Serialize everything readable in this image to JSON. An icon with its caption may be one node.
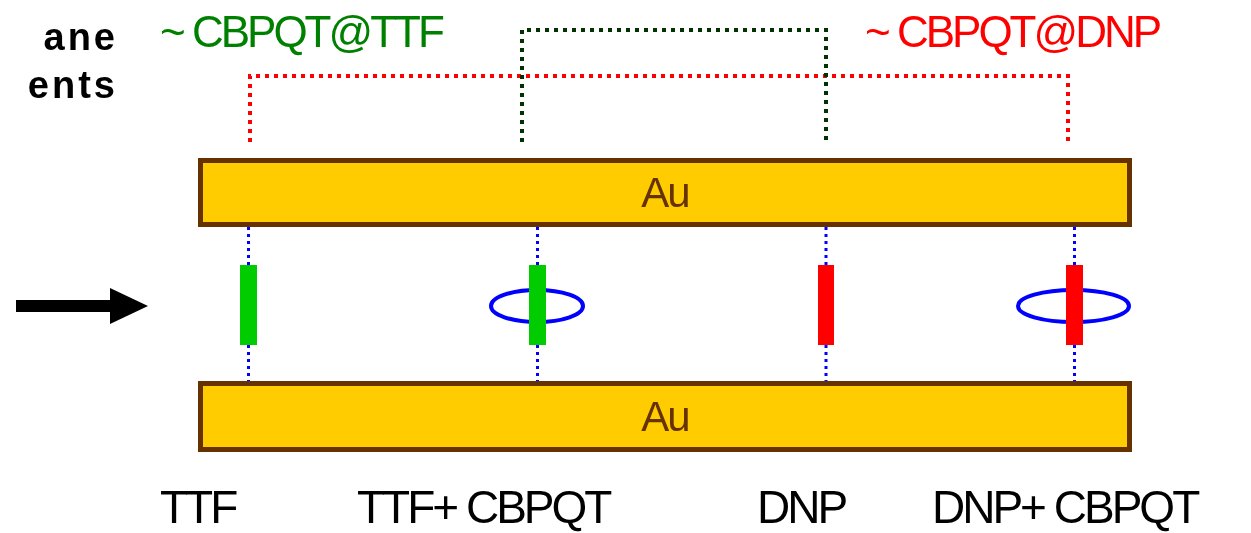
{
  "diagram": {
    "nodes": [
      {
        "text": [
          "Au"
        ]
      },
      {
        "text": [],
        "shape": "bar"
      },
      {
        "text": [],
        "shape": "ring"
      },
      {
        "text": [],
        "shape": "bar"
      },
      {
        "text": [],
        "shape": "bar"
      },
      {
        "text": [],
        "shape": "ring"
      },
      {
        "text": [],
        "shape": "bar"
      },
      {
        "text": [
          "Au"
        ]
      }
    ],
    "edges": [
      {
        "from": 0,
        "to": 1,
        "arrow": "none",
        "style": "dashed"
      },
      {
        "from": 1,
        "to": 7,
        "arrow": "none",
        "style": "dashed"
      },
      {
        "from": 0,
        "to": 3,
        "arrow": "none",
        "style": "dashed"
      },
      {
        "from": 3,
        "to": 7,
        "arrow": "none",
        "style": "dashed"
      },
      {
        "from": 0,
        "to": 4,
        "arrow": "none",
        "style": "dashed"
      },
      {
        "from": 4,
        "to": 7,
        "arrow": "none",
        "style": "dashed"
      },
      {
        "from": 0,
        "to": 6,
        "arrow": "none",
        "style": "dashed"
      },
      {
        "from": 6,
        "to": 7,
        "arrow": "none",
        "style": "dashed"
      }
    ],
    "labels": [
      "ane ents",
      "~ CBPQT@TTF",
      "~ CBPQT@DNP",
      "TTF",
      "TTF+ CBPQT",
      "DNP",
      "DNP+ CBPQT"
    ]
  }
}
